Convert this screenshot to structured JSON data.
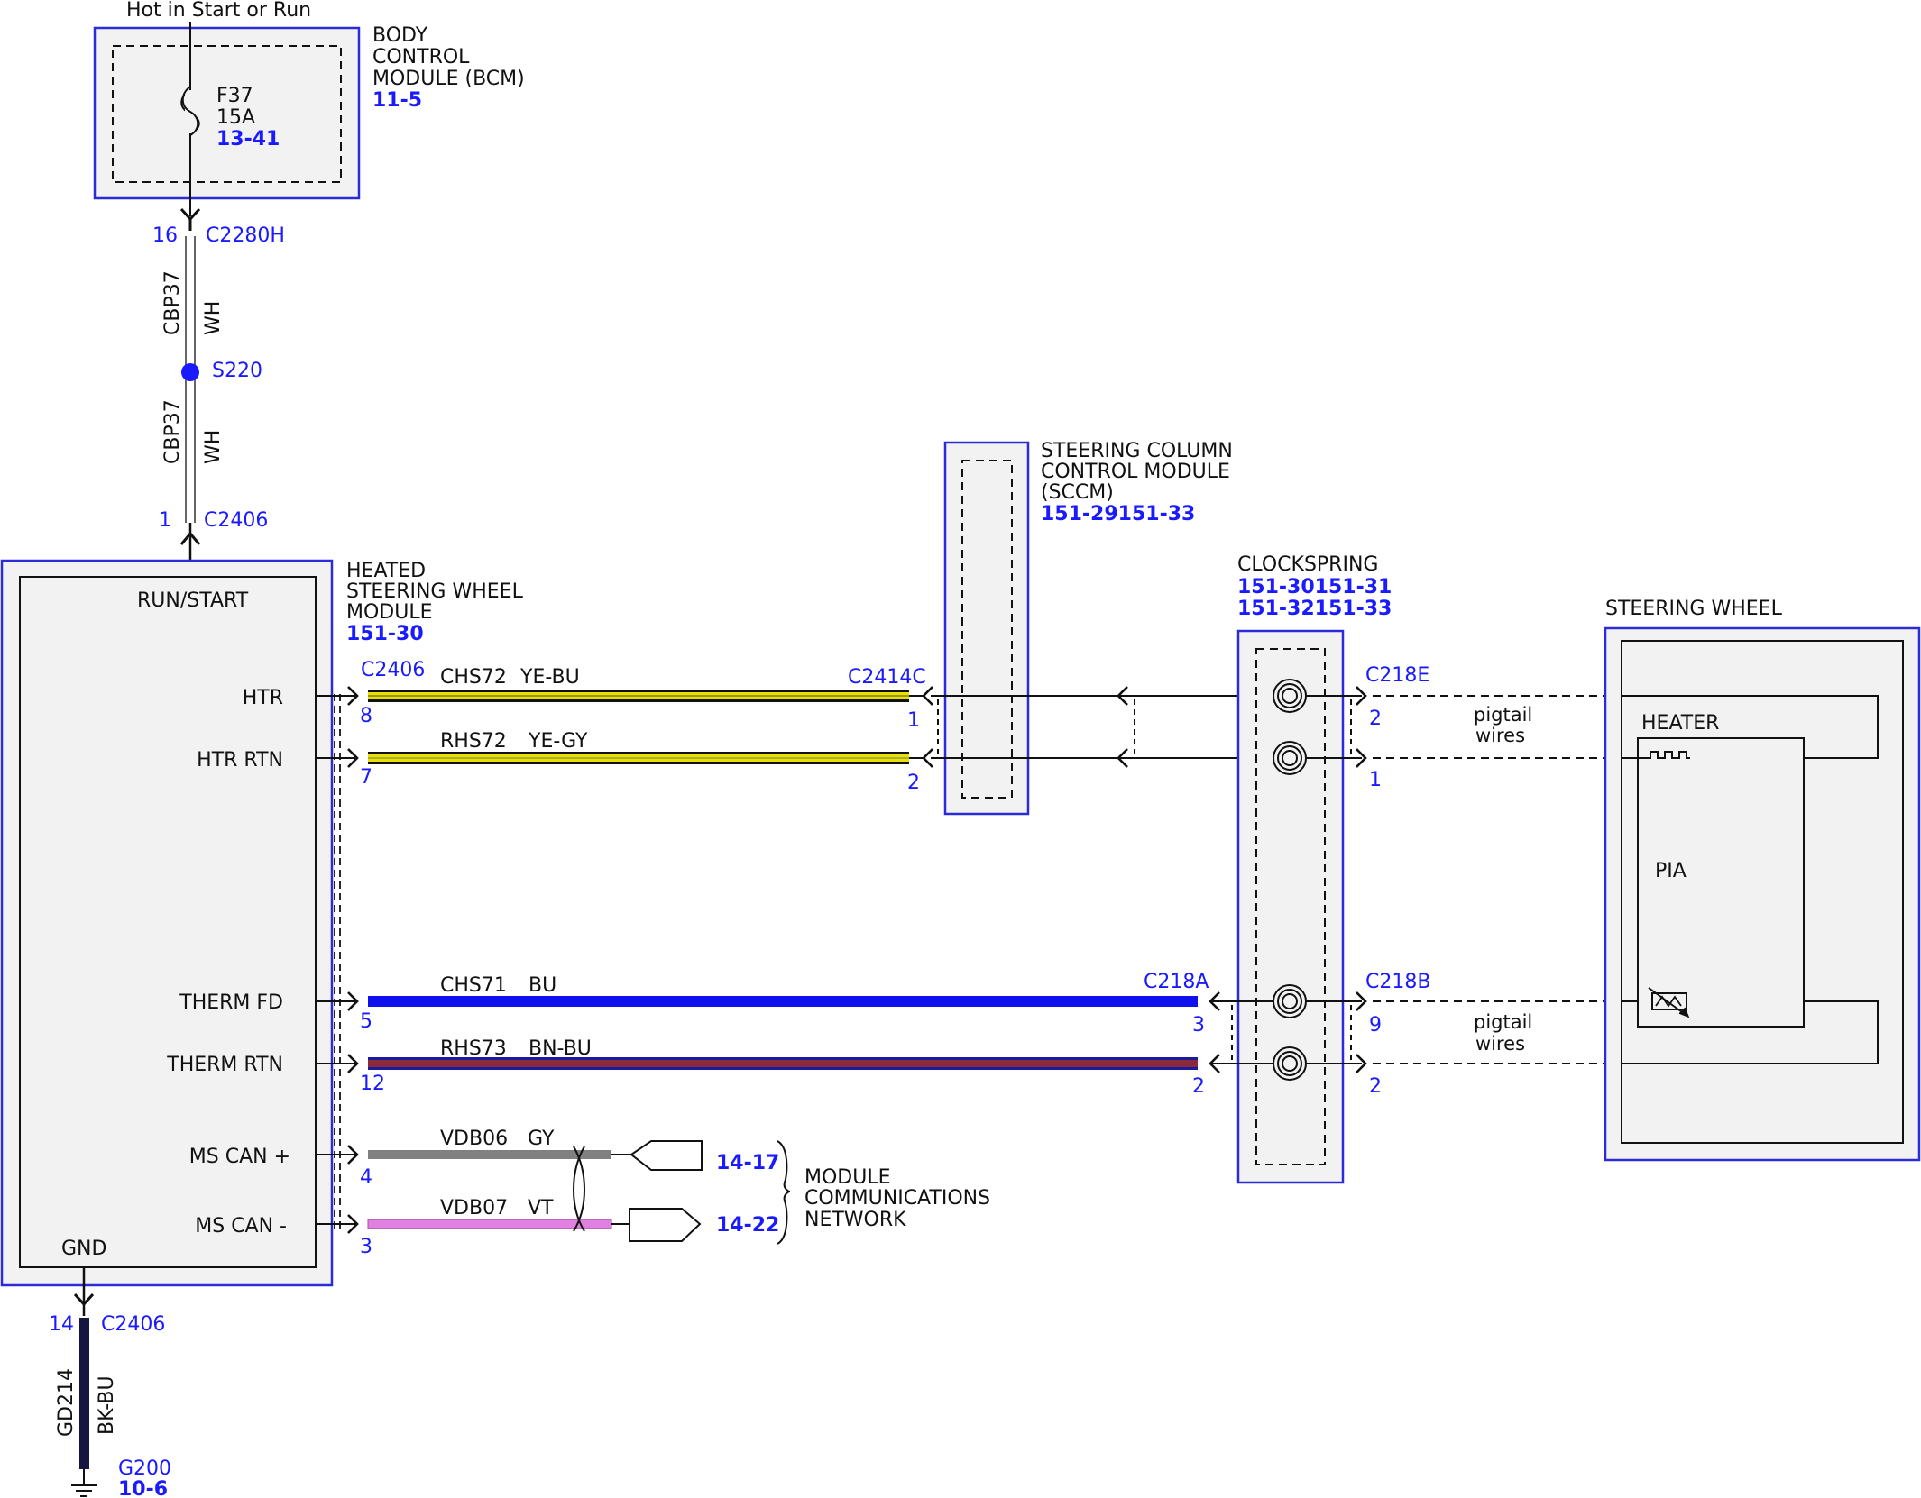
{
  "colors": {
    "module_outline": "#2b2bd9",
    "label_blue": "#1a1aff",
    "ye_bu": "#e8e000",
    "ye_gy": "#e8e000",
    "bu": "#1010ee",
    "bn_bu": "#8a2a3a",
    "gy": "#808080",
    "vt": "#e080e0",
    "bk_bu": "#151540"
  },
  "power": {
    "label": "Hot in Start or Run"
  },
  "bcm": {
    "name_line1": "BODY",
    "name_line2": "CONTROL",
    "name_line3": "MODULE (BCM)",
    "ref": "11-5",
    "fuse": "F37",
    "fuse_rating": "15A",
    "fuse_ref": "13-41"
  },
  "feed": {
    "bcm_pin": "16",
    "bcm_connector": "C2280H",
    "circuit": "CBP37",
    "color": "WH",
    "splice": "S220",
    "module_pin": "1",
    "module_connector": "C2406"
  },
  "hswm": {
    "name_line1": "HEATED",
    "name_line2": "STEERING WHEEL",
    "name_line3": "MODULE",
    "ref": "151-30",
    "run_start": "RUN/START",
    "gnd": "GND",
    "connector": "C2406",
    "pins": [
      {
        "label": "HTR",
        "pin": "8"
      },
      {
        "label": "HTR RTN",
        "pin": "7"
      },
      {
        "label": "THERM FD",
        "pin": "5"
      },
      {
        "label": "THERM RTN",
        "pin": "12"
      },
      {
        "label": "MS CAN +",
        "pin": "4"
      },
      {
        "label": "MS CAN -",
        "pin": "3"
      }
    ]
  },
  "circuits": [
    {
      "id": "CHS72",
      "color": "YE-BU"
    },
    {
      "id": "RHS72",
      "color": "YE-GY"
    },
    {
      "id": "CHS71",
      "color": "BU"
    },
    {
      "id": "RHS73",
      "color": "BN-BU"
    },
    {
      "id": "VDB06",
      "color": "GY"
    },
    {
      "id": "VDB07",
      "color": "VT"
    }
  ],
  "sccm": {
    "name_line1": "STEERING COLUMN",
    "name_line2": "CONTROL MODULE",
    "name_line3": "(SCCM)",
    "ref": "151-29151-33",
    "connector": "C2414C",
    "pin_a": "1",
    "pin_b": "2"
  },
  "clockspring": {
    "name": "CLOCKSPRING",
    "ref1": "151-30151-31",
    "ref2": "151-32151-33",
    "conn_in_therm": "C218A",
    "conn_out_heater": "C218E",
    "conn_out_therm": "C218B",
    "pins_in_therm": [
      "3",
      "2"
    ],
    "pins_out_heater": [
      "2",
      "1"
    ],
    "pins_out_therm": [
      "9",
      "2"
    ],
    "pigtail_line1": "pigtail",
    "pigtail_line2": "wires"
  },
  "steering_wheel": {
    "name": "STEERING WHEEL",
    "heater": "HEATER",
    "pia": "PIA"
  },
  "network": {
    "ref_plus": "14-17",
    "ref_minus": "14-22",
    "name_line1": "MODULE",
    "name_line2": "COMMUNICATIONS",
    "name_line3": "NETWORK"
  },
  "ground": {
    "pin": "14",
    "connector": "C2406",
    "circuit": "GD214",
    "color": "BK-BU",
    "point": "G200",
    "ref": "10-6"
  }
}
